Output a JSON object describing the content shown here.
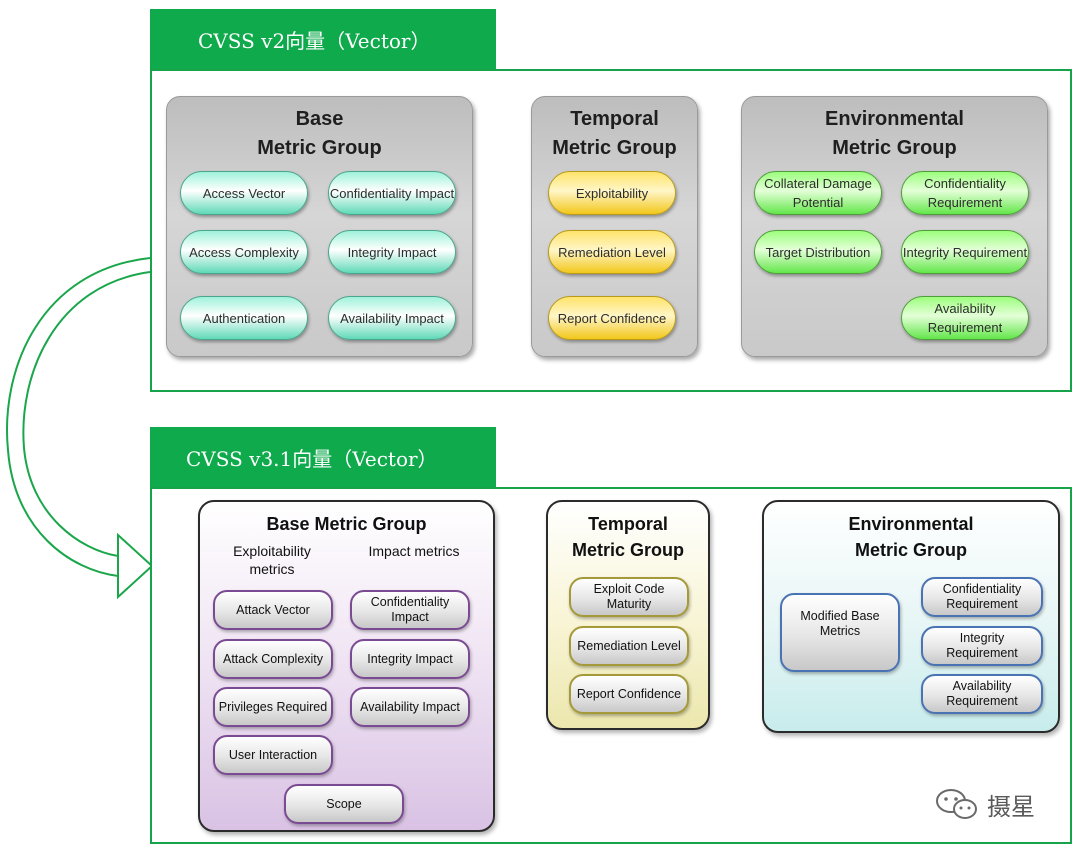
{
  "v2": {
    "header": "CVSS v2向量（Vector）",
    "groups": {
      "base": {
        "title_line1": "Base",
        "title_line2": "Metric Group",
        "items": [
          "Access Vector",
          "Confidentiality Impact",
          "Access Complexity",
          "Integrity Impact",
          "Authentication",
          "Availability Impact"
        ]
      },
      "temporal": {
        "title_line1": "Temporal",
        "title_line2": "Metric Group",
        "items": [
          "Exploitability",
          "Remediation Level",
          "Report Confidence"
        ]
      },
      "environmental": {
        "title_line1": "Environmental",
        "title_line2": "Metric Group",
        "items": [
          "Collateral Damage Potential",
          "Confidentiality Requirement",
          "Target Distribution",
          "Integrity Requirement",
          "Availability Requirement"
        ]
      }
    }
  },
  "v31": {
    "header": "CVSS v3.1向量（Vector）",
    "groups": {
      "base": {
        "title": "Base Metric Group",
        "sub_exploitability": "Exploitability metrics",
        "sub_impact": "Impact metrics",
        "items": [
          "Attack Vector",
          "Confidentiality Impact",
          "Attack Complexity",
          "Integrity Impact",
          "Privileges Required",
          "Availability Impact",
          "User Interaction",
          "Scope"
        ]
      },
      "temporal": {
        "title_line1": "Temporal",
        "title_line2": "Metric Group",
        "items": [
          "Exploit Code Maturity",
          "Remediation Level",
          "Report Confidence"
        ]
      },
      "environmental": {
        "title_line1": "Environmental",
        "title_line2": "Metric Group",
        "items": [
          "Modified Base Metrics",
          "Confidentiality Requirement",
          "Integrity Requirement",
          "Availability Requirement"
        ]
      }
    }
  },
  "watermark": {
    "text": "摄星",
    "icon": "wechat-icon"
  },
  "colors": {
    "header_green": "#0eaa4c",
    "frame_green": "#16a34a",
    "arrow_green": "#1aa64a"
  }
}
